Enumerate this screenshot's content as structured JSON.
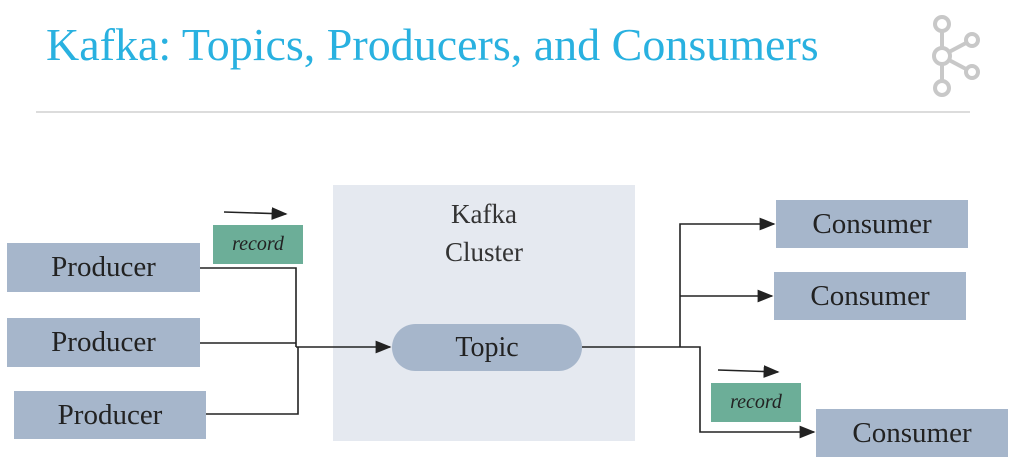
{
  "title": "Kafka: Topics, Producers, and Consumers",
  "logo_icon": "kafka-logo-icon",
  "cluster": {
    "line1": "Kafka",
    "line2": "Cluster"
  },
  "topic": "Topic",
  "producers": [
    "Producer",
    "Producer",
    "Producer"
  ],
  "consumers": [
    "Consumer",
    "Consumer",
    "Consumer"
  ],
  "record_labels": [
    "record",
    "record"
  ],
  "colors": {
    "title": "#29b1e0",
    "box": "#a6b6cb",
    "record": "#6cae98",
    "cluster_bg": "#e5e9f0"
  }
}
